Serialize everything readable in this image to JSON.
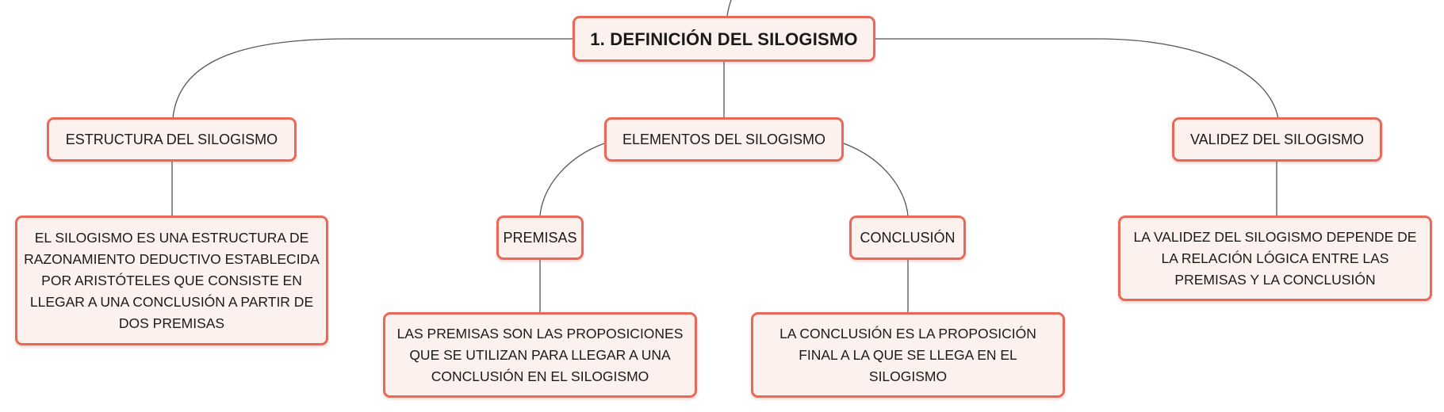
{
  "root": {
    "title": "1. DEFINICIÓN DEL SILOGISMO"
  },
  "branches": {
    "estructura": {
      "label": "ESTRUCTURA DEL SILOGISMO",
      "detail": "EL SILOGISMO ES UNA ESTRUCTURA DE RAZONAMIENTO DEDUCTIVO ESTABLECIDA POR ARISTÓTELES QUE CONSISTE EN LLEGAR A UNA CONCLUSIÓN A PARTIR DE DOS PREMISAS"
    },
    "elementos": {
      "label": "ELEMENTOS DEL SILOGISMO",
      "premisas": {
        "label": "PREMISAS",
        "detail": "LAS PREMISAS SON LAS PROPOSICIONES QUE SE UTILIZAN PARA LLEGAR A UNA CONCLUSIÓN EN EL SILOGISMO"
      },
      "conclusion": {
        "label": "CONCLUSIÓN",
        "detail": "LA CONCLUSIÓN ES LA PROPOSICIÓN FINAL A LA QUE SE LLEGA EN EL SILOGISMO"
      }
    },
    "validez": {
      "label": "VALIDEZ DEL SILOGISMO",
      "detail": "LA VALIDEZ DEL SILOGISMO DEPENDE DE LA RELACIÓN LÓGICA ENTRE LAS PREMISAS Y LA CONCLUSIÓN"
    }
  },
  "colors": {
    "node_border": "#e8685a",
    "node_fill": "#fdf1ee",
    "connector": "#555555"
  }
}
